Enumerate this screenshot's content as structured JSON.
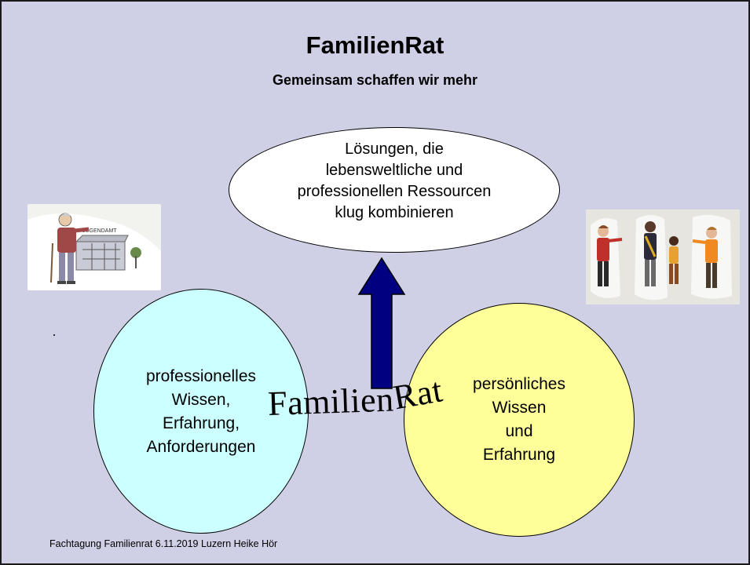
{
  "title": "FamilienRat",
  "subtitle": "Gemeinsam schaffen wir mehr",
  "goal": {
    "lines": [
      "Lösungen, die",
      "lebensweltliche und",
      "professionellen Ressourcen",
      "klug kombinieren"
    ]
  },
  "left_circle": {
    "lines": [
      "professionelles",
      "Wissen,",
      "Erfahrung,",
      "Anforderungen"
    ],
    "color": "#ccffff"
  },
  "right_circle": {
    "lines": [
      "persönliches",
      "Wissen",
      "und",
      "Erfahrung"
    ],
    "color": "#ffff99"
  },
  "center_word": {
    "main": "Familien",
    "tail": "Rat"
  },
  "left_image": {
    "sign": "JUGENDAMT"
  },
  "arrow_color": "#000080",
  "background_color": "#cfd0e6",
  "footer": "Fachtagung Familienrat 6.11.2019 Luzern  Heike Hör"
}
